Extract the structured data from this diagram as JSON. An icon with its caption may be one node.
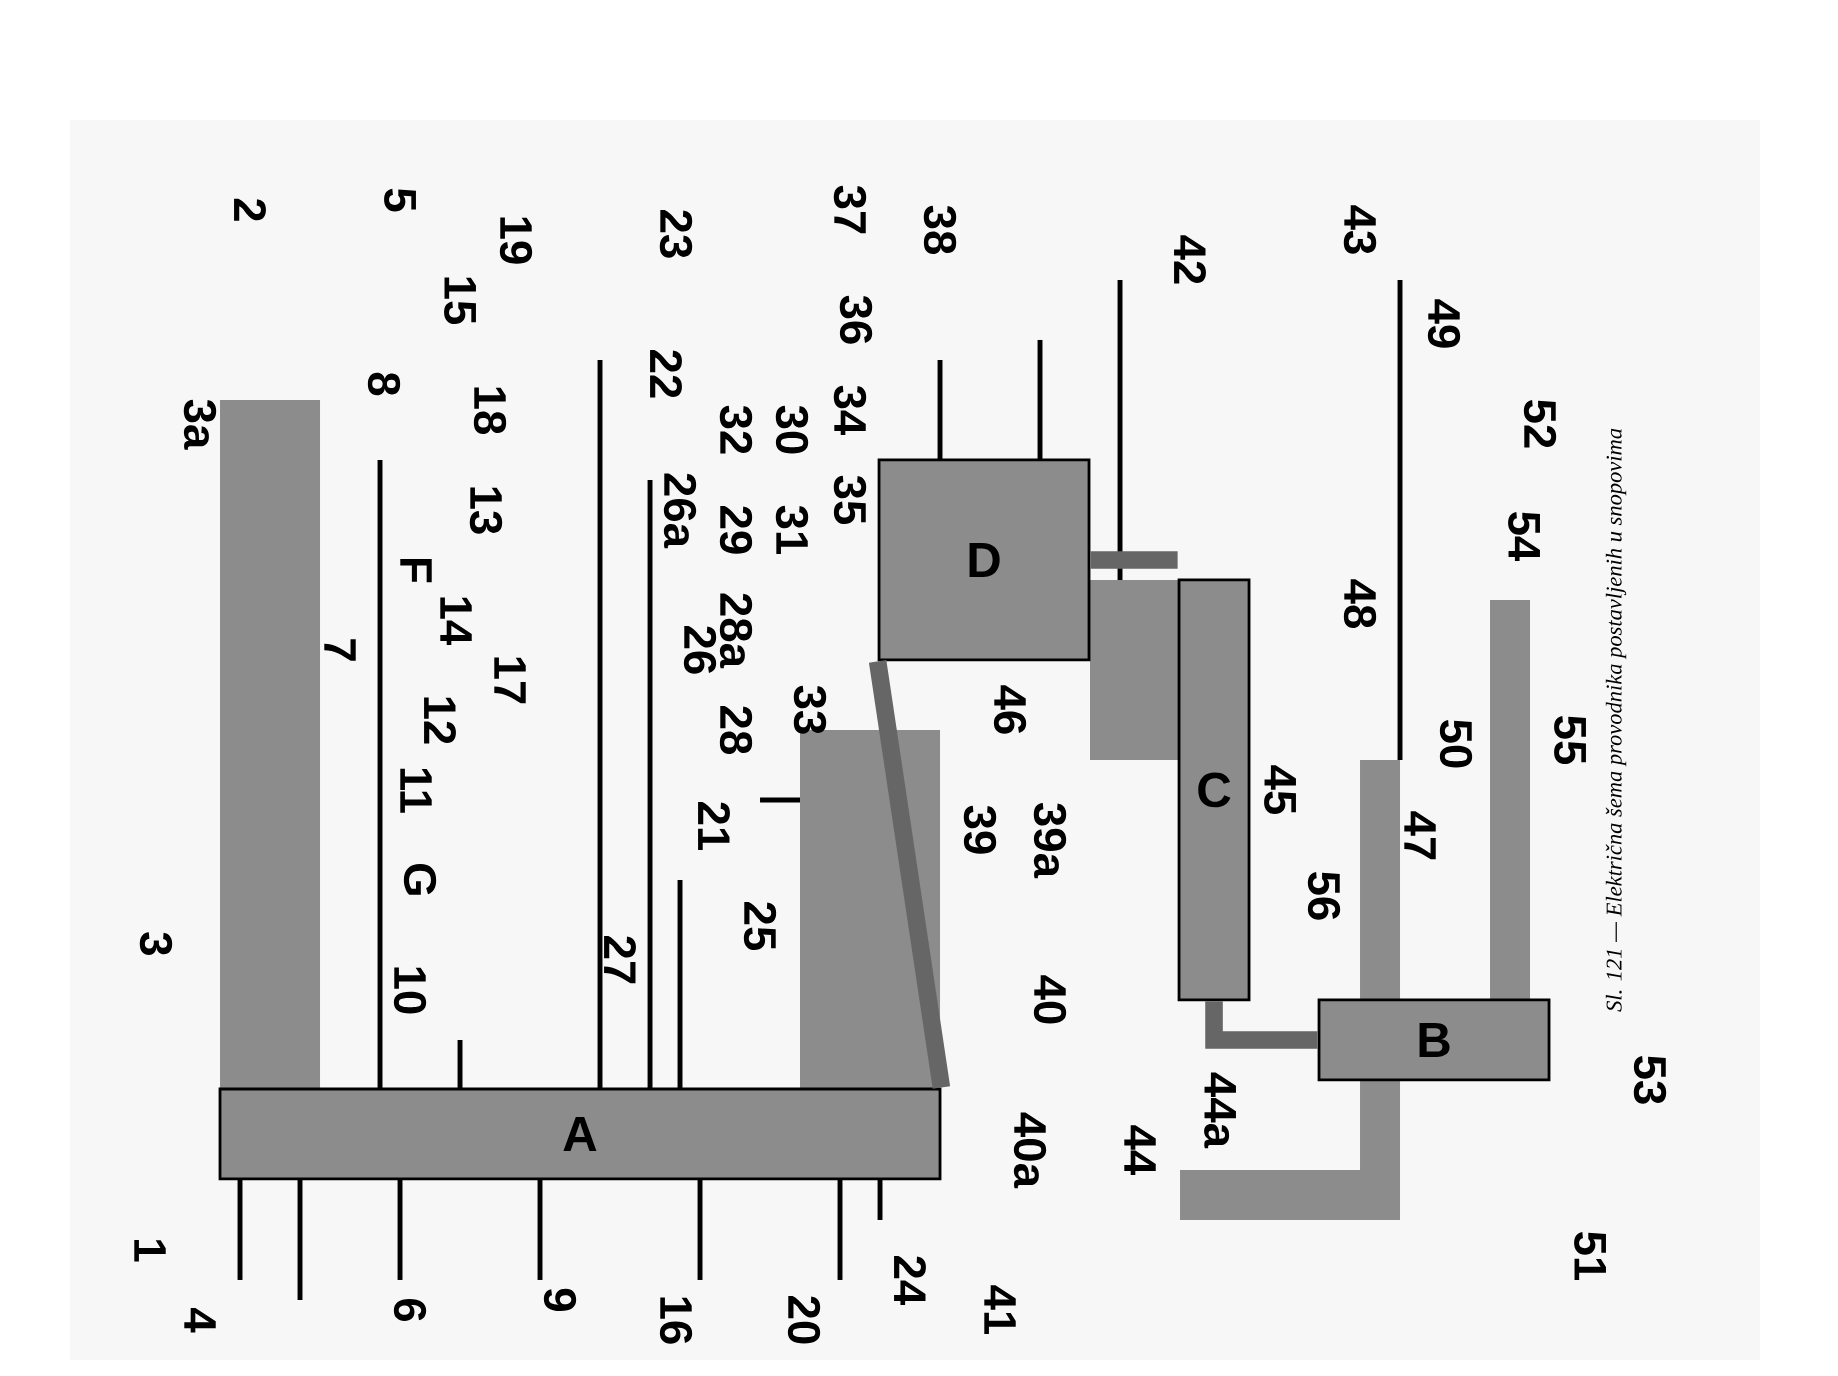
{
  "diagram": {
    "caption": "Sl. 121 — Električna šema provodnika postavljenih u snopovima",
    "nodes": [
      {
        "text": [
          "A"
        ]
      },
      {
        "text": [
          "D"
        ]
      },
      {
        "text": [
          "C"
        ]
      },
      {
        "text": [
          "B"
        ]
      }
    ],
    "edges": [
      {
        "from": 0,
        "to": 1,
        "arrow": "none"
      },
      {
        "from": 1,
        "to": 2,
        "arrow": "none"
      },
      {
        "from": 2,
        "to": 3,
        "arrow": "none"
      }
    ],
    "labels": [
      "1",
      "2",
      "3",
      "3a",
      "4",
      "5",
      "6",
      "7",
      "8",
      "9",
      "10",
      "11",
      "12",
      "13",
      "14",
      "15",
      "16",
      "17",
      "18",
      "19",
      "20",
      "21",
      "22",
      "23",
      "24",
      "25",
      "26",
      "26a",
      "27",
      "28",
      "28a",
      "29",
      "30",
      "31",
      "32",
      "33",
      "34",
      "35",
      "36",
      "37",
      "38",
      "39",
      "39a",
      "40",
      "40a",
      "41",
      "42",
      "43",
      "44",
      "44a",
      "45",
      "46",
      "47",
      "48",
      "49",
      "50",
      "51",
      "52",
      "53",
      "54",
      "55",
      "56",
      "F",
      "G"
    ]
  }
}
